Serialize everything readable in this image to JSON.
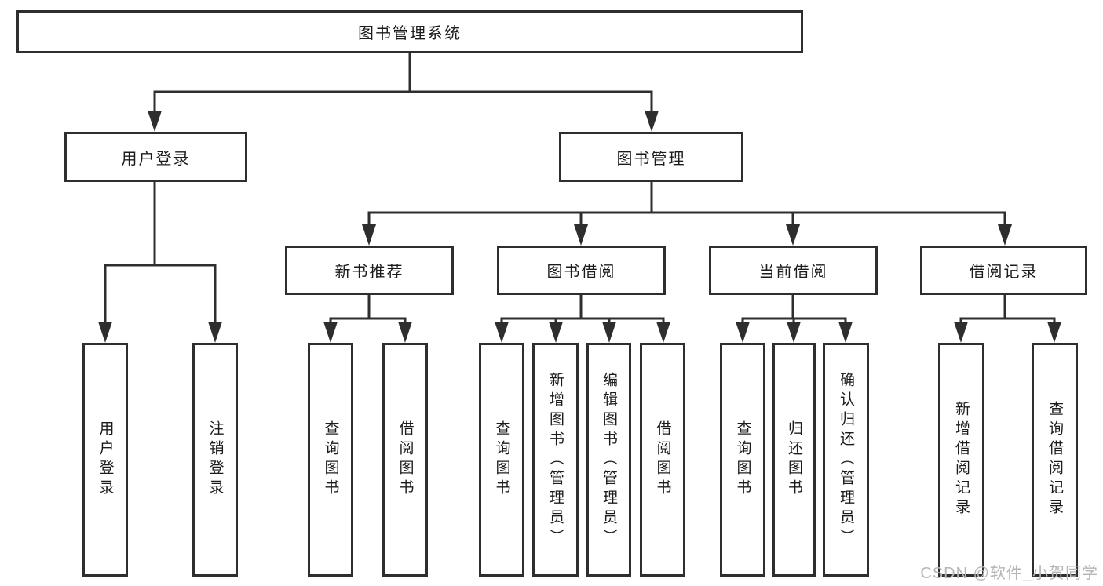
{
  "diagram_title": "图书管理系统",
  "tree": {
    "label": "图书管理系统",
    "children": [
      {
        "label": "用户登录",
        "children": [
          {
            "label": "用户登录"
          },
          {
            "label": "注销登录"
          }
        ]
      },
      {
        "label": "图书管理",
        "children": [
          {
            "label": "新书推荐",
            "children": [
              {
                "label": "查询图书"
              },
              {
                "label": "借阅图书"
              }
            ]
          },
          {
            "label": "图书借阅",
            "children": [
              {
                "label": "查询图书"
              },
              {
                "label": "新增图书（管理员）"
              },
              {
                "label": "编辑图书（管理员）"
              },
              {
                "label": "借阅图书"
              }
            ]
          },
          {
            "label": "当前借阅",
            "children": [
              {
                "label": "查询图书"
              },
              {
                "label": "归还图书"
              },
              {
                "label": "确认归还（管理员）"
              }
            ]
          },
          {
            "label": "借阅记录",
            "children": [
              {
                "label": "新增借阅记录"
              },
              {
                "label": "查询借阅记录"
              }
            ]
          }
        ]
      }
    ]
  },
  "watermark": "CSDN @软件_小贺同学",
  "colors": {
    "box_border": "#2e2e2e",
    "connector_line": "#2e2e2e",
    "label_text": "#1c1c1c",
    "watermark_text": "#b6b6b6",
    "background": "#ffffff"
  }
}
